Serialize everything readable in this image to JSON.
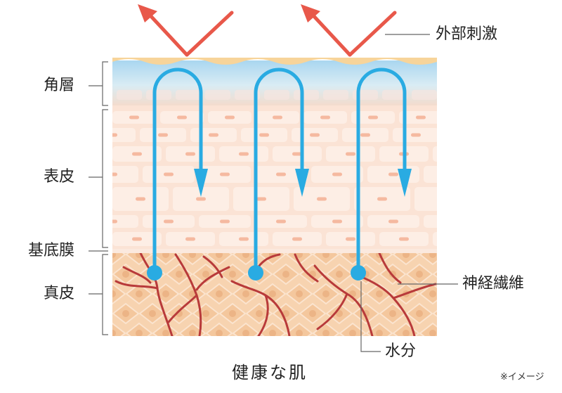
{
  "layers": {
    "stratum_corneum": "角層",
    "epidermis": "表皮",
    "basement_membrane": "基底膜",
    "dermis": "真皮"
  },
  "callouts": {
    "external_stimulus": "外部刺激",
    "nerve_fibers": "神経繊維",
    "moisture": "水分"
  },
  "caption": "健康な肌",
  "note": "※イメージ",
  "colors": {
    "stimulus_arrow": "#e8584a",
    "moisture_arrow": "#29abe2",
    "nerve": "#b83a3a",
    "epidermis": "#fbe3d5",
    "dermis": "#f7d3b0",
    "corneum": "#bfe0f2"
  }
}
